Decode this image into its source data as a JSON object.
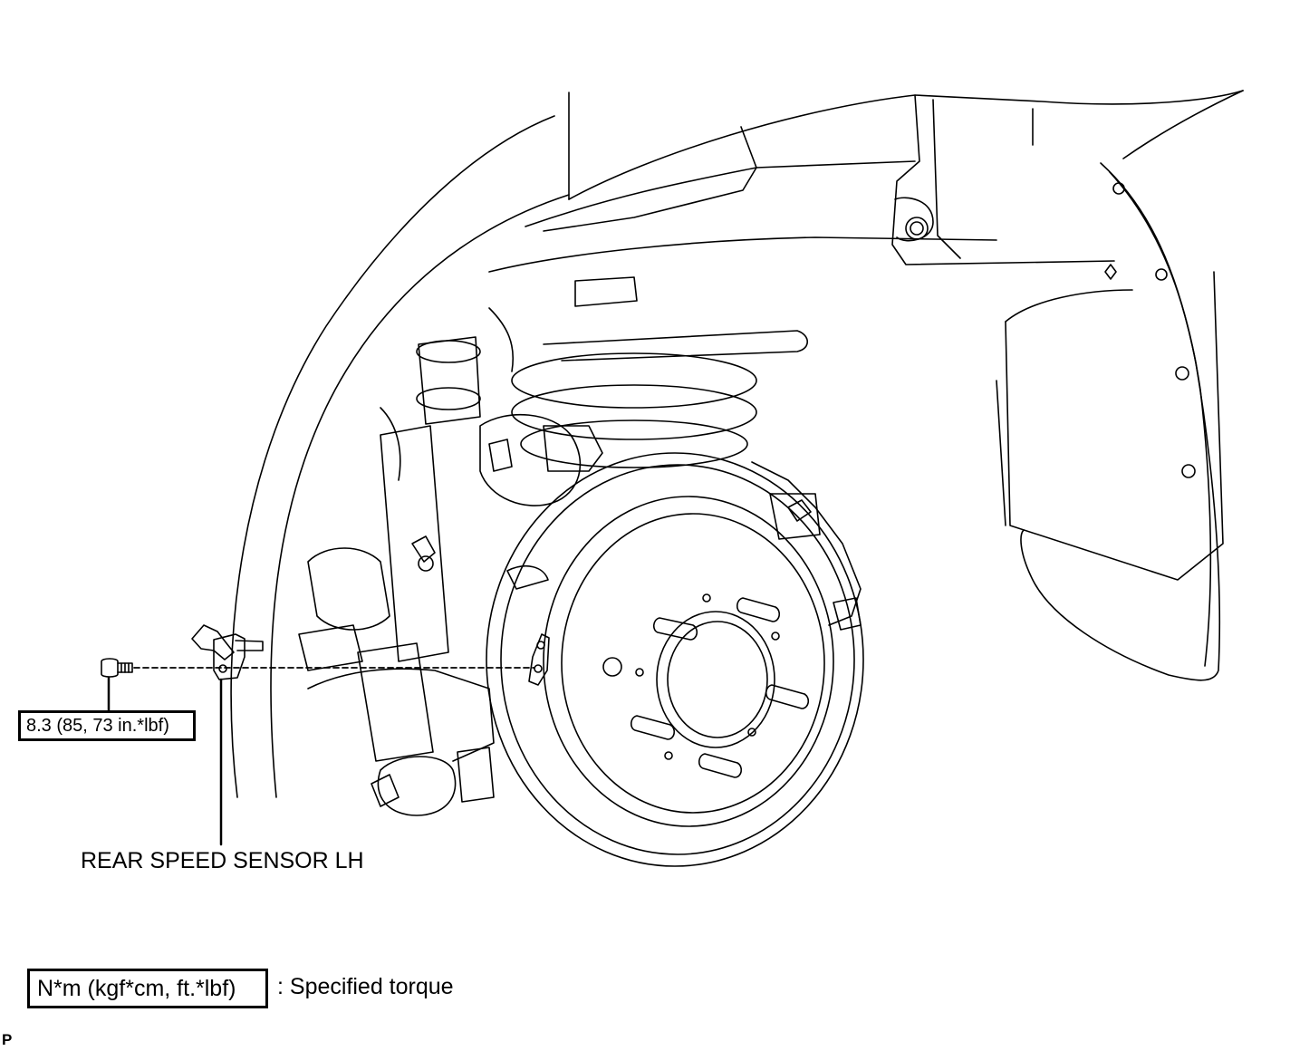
{
  "torque_label": "8.3 (85, 73 in.*lbf)",
  "part_label": "REAR SPEED SENSOR LH",
  "legend": {
    "unit_box": "N*m (kgf*cm, ft.*lbf)",
    "description": ": Specified torque"
  },
  "corner_code": "P"
}
